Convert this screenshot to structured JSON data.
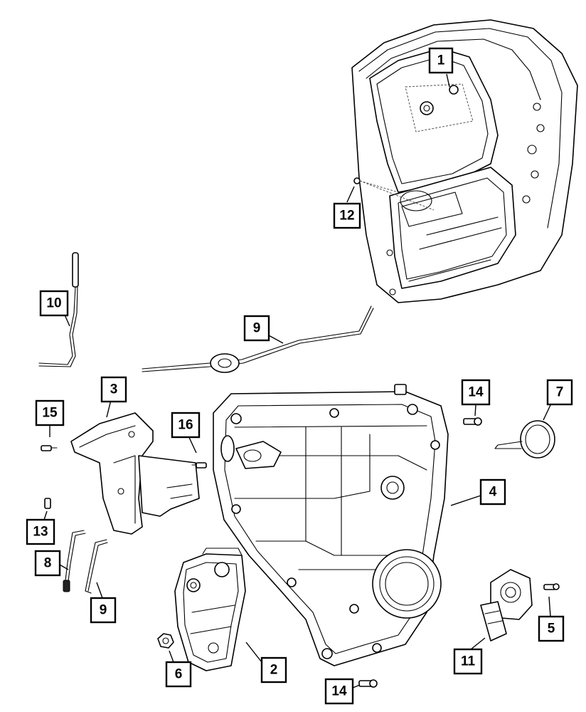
{
  "callouts": [
    {
      "id": "c1",
      "label": "1"
    },
    {
      "id": "c12",
      "label": "12"
    },
    {
      "id": "c10",
      "label": "10"
    },
    {
      "id": "c9a",
      "label": "9"
    },
    {
      "id": "c3",
      "label": "3"
    },
    {
      "id": "c15",
      "label": "15"
    },
    {
      "id": "c16",
      "label": "16"
    },
    {
      "id": "c14a",
      "label": "14"
    },
    {
      "id": "c7",
      "label": "7"
    },
    {
      "id": "c4",
      "label": "4"
    },
    {
      "id": "c13",
      "label": "13"
    },
    {
      "id": "c8",
      "label": "8"
    },
    {
      "id": "c9b",
      "label": "9"
    },
    {
      "id": "c5",
      "label": "5"
    },
    {
      "id": "c11",
      "label": "11"
    },
    {
      "id": "c2",
      "label": "2"
    },
    {
      "id": "c6",
      "label": "6"
    },
    {
      "id": "c14b",
      "label": "14"
    }
  ],
  "parts": {
    "door_shell": "rear-door-shell",
    "door_module": "door-module-carrier",
    "latch": "door-latch",
    "handle_bracket": "inside-handle-bracket",
    "window_motor": "window-regulator-motor",
    "seal_ring": "speaker-seal-ring",
    "latch_rod": "latch-link-rod",
    "lock_cable": "lock-cable"
  }
}
